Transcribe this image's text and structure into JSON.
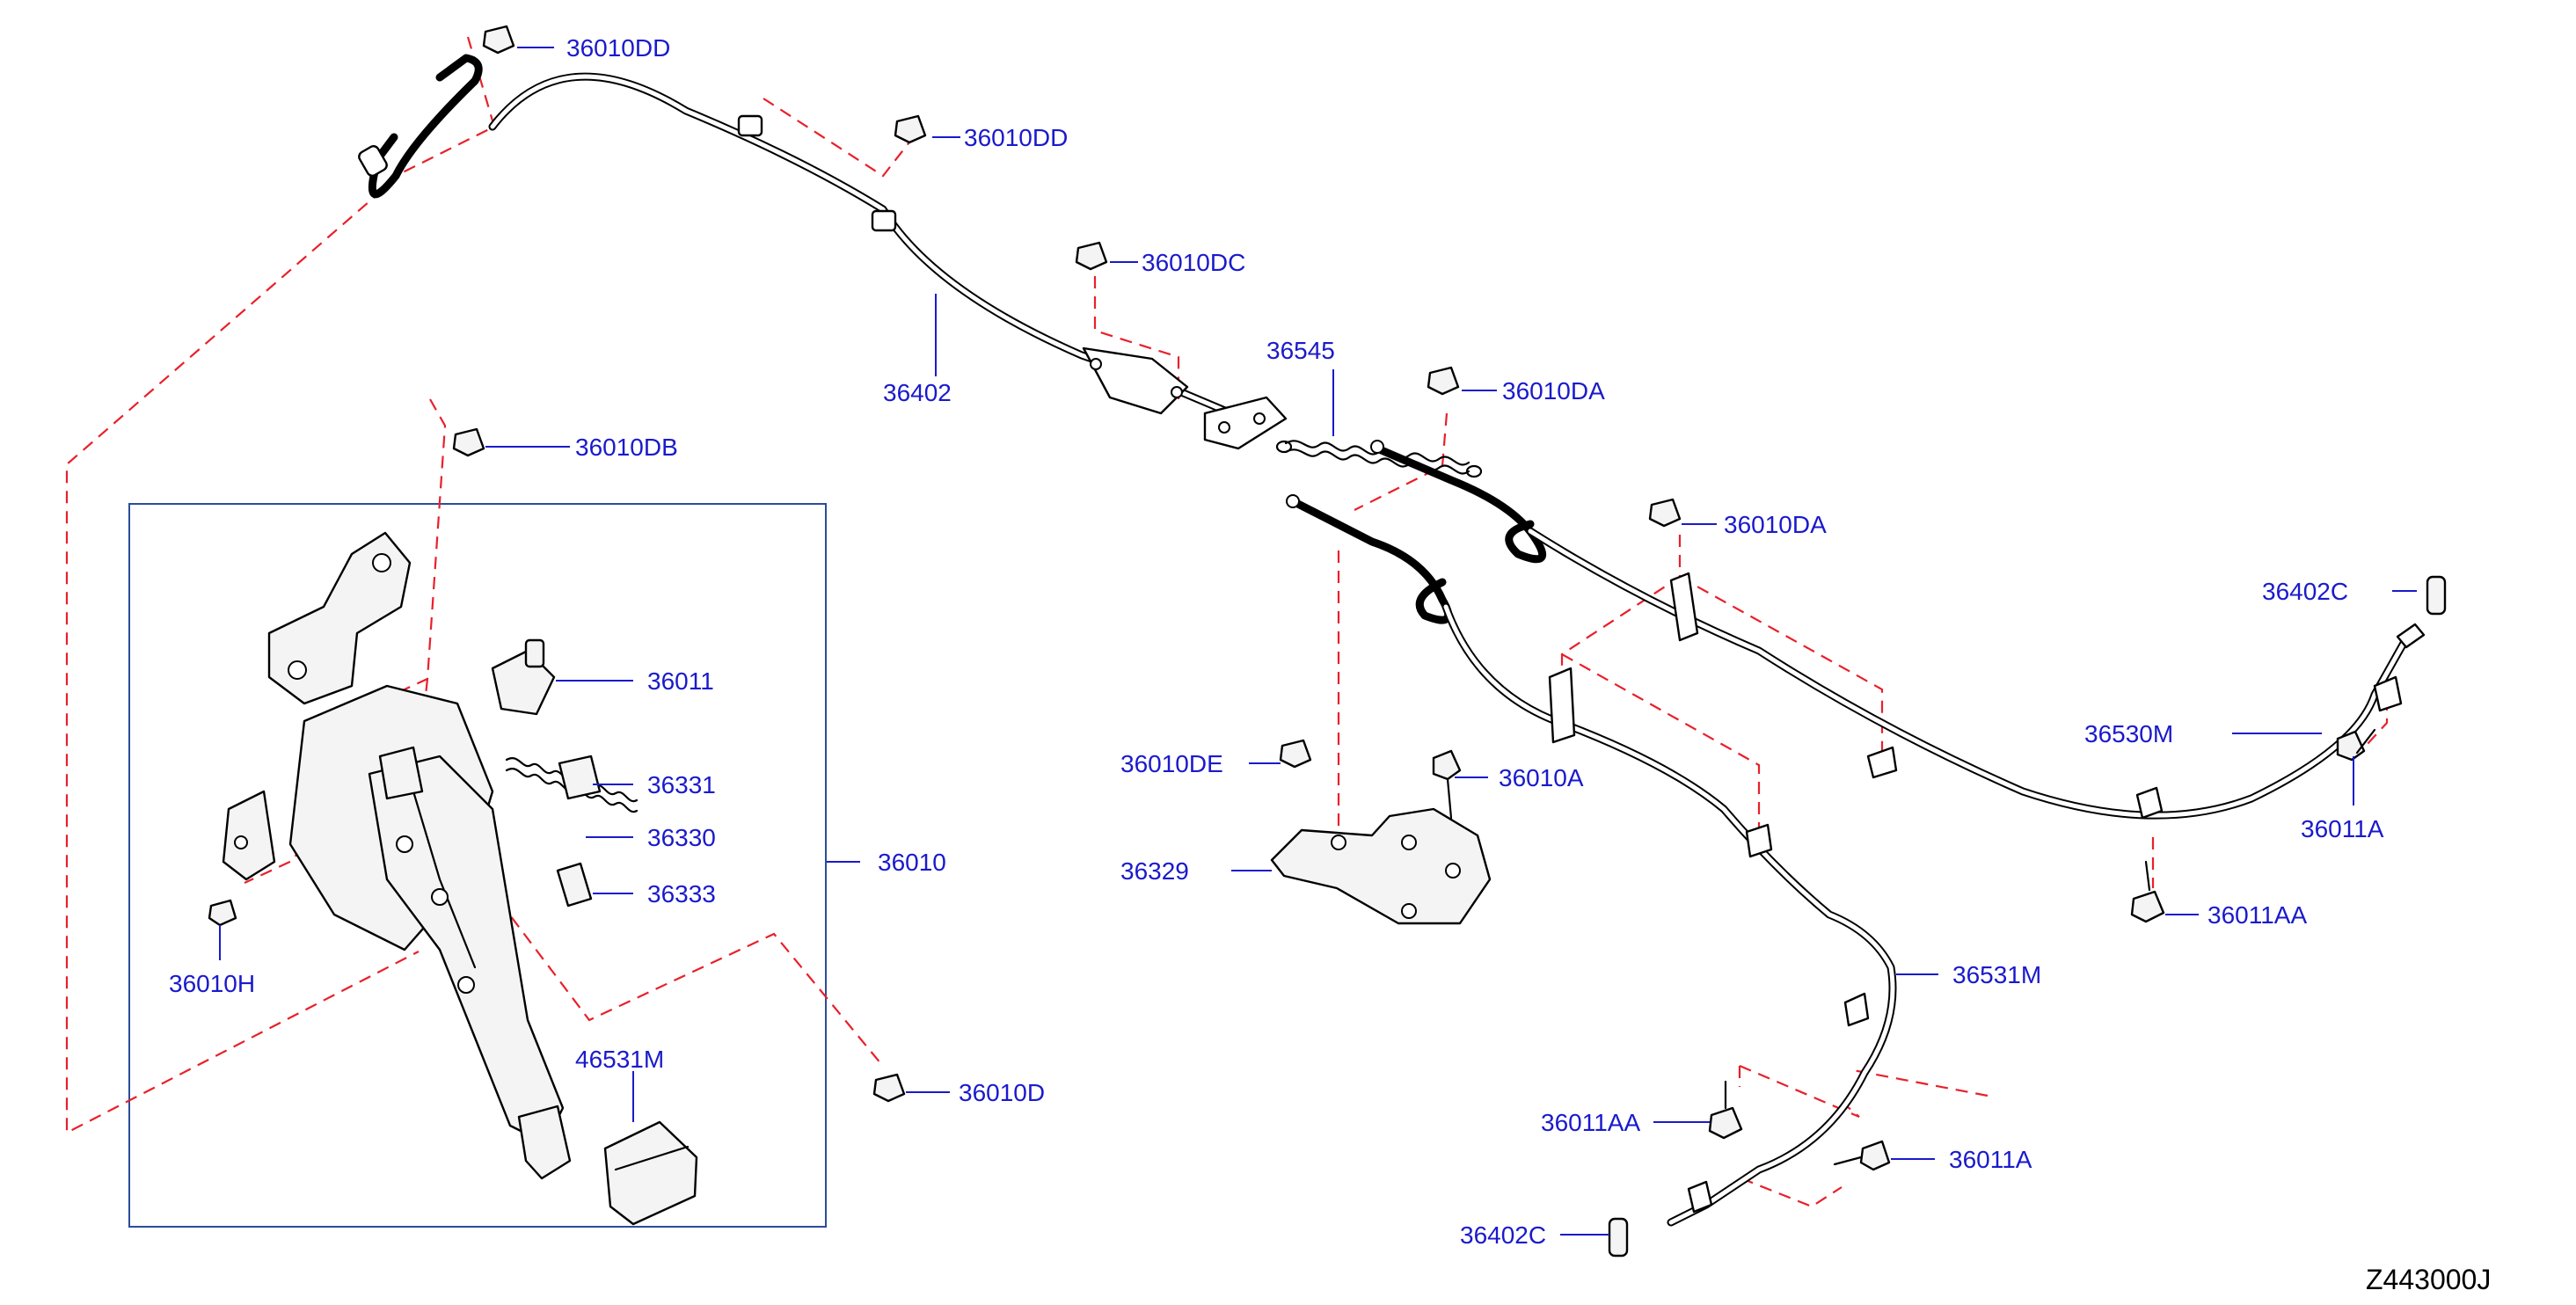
{
  "diagram_code": "Z443000J",
  "part_labels": [
    "36010DD",
    "36010DD",
    "36010DC",
    "36545",
    "36402",
    "36010DB",
    "36010DA",
    "36010DA",
    "36402C",
    "36530M",
    "36011",
    "36331",
    "36330",
    "36333",
    "36010",
    "36010DE",
    "36010A",
    "36329",
    "36011A",
    "36011AA",
    "36010H",
    "36531M",
    "46531M",
    "36010D",
    "36011AA",
    "36011A",
    "36402C"
  ]
}
